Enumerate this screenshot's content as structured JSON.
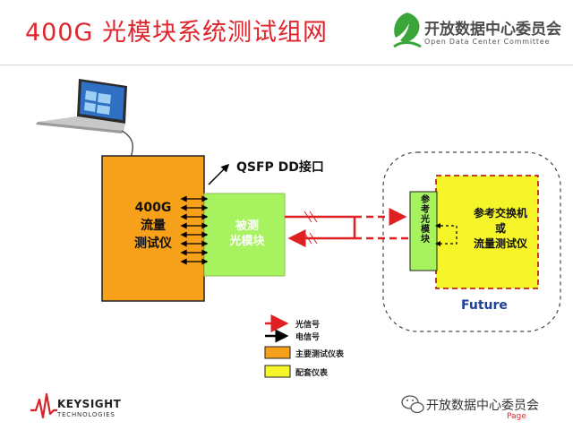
{
  "title": "400G 光模块系统测试组网",
  "header": {
    "odcc_name": "开放数据中心委员会",
    "odcc_subtitle": "Open Data Center Committee"
  },
  "diagram": {
    "tester_label": "400G\n流量\n测试仪",
    "dut_label": "被测\n光模块",
    "interface_label": "QSFP DD接口",
    "ref_module_label": "参\n考\n光\n模\n块",
    "switch_label": "参考交换机\n或\n流量测试仪",
    "future_label": "Future"
  },
  "legend": {
    "optical_signal": "光信号",
    "electrical_signal": "电信号",
    "main_instrument": "主要测试仪表",
    "auxiliary_instrument": "配套仪表"
  },
  "footer": {
    "keysight_name": "KEYSIGHT",
    "keysight_sub": "TECHNOLOGIES",
    "wechat_name": "开放数据中心委员会",
    "page_label": "Page"
  },
  "colors": {
    "title_red": "#e0242c",
    "tester_orange": "#f7a11a",
    "dut_green": "#a6f25f",
    "switch_yellow": "#f5f52a",
    "optical_arrow": "#e02020",
    "electrical_arrow": "#000000",
    "odcc_green": "#3aa63a",
    "keysight_red": "#d8232a",
    "future_blue": "#1f3f99"
  },
  "icons": {
    "laptop": "laptop-icon",
    "odcc_logo": "odcc-leaf-logo-icon",
    "keysight_logo": "keysight-wave-logo-icon",
    "wechat": "wechat-icon"
  }
}
